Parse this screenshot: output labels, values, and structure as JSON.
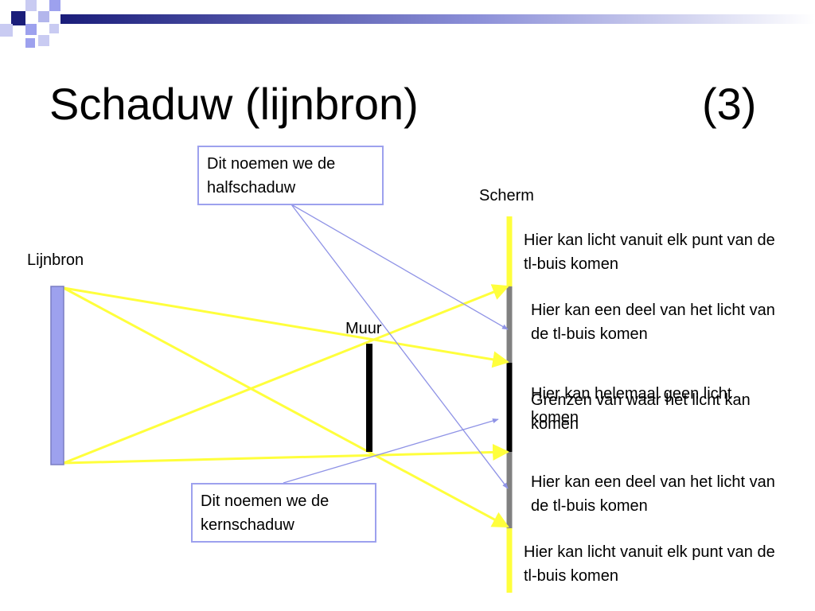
{
  "slide": {
    "title": "Schaduw (lijnbron)",
    "title_number": "(3)"
  },
  "colors": {
    "accent_navy": "#1a1d7a",
    "accent_lavender": "#9da1ee",
    "ray_yellow": "#ffff3c",
    "pointer_blue": "#8f93e6",
    "screen_gray": "#808080"
  },
  "labels": {
    "source": "Lijnbron",
    "wall": "Muur",
    "screen": "Scherm"
  },
  "callouts": {
    "half_shadow": "Dit noemen we de halfschaduw",
    "core_shadow": "Dit noemen we de kernschaduw"
  },
  "zones": {
    "lit_top": "Hier kan licht vanuit elk punt van de tl-buis komen",
    "partial_top": "Hier kan een deel van het licht van de tl-buis komen",
    "dark": "Hier kan helemaal geen licht komen",
    "dark_overlap": "Grenzen van waar het licht kan komen",
    "partial_bottom": "Hier kan een deel van het licht van de tl-buis komen",
    "lit_bottom": "Hier kan licht vanuit elk punt van de tl-buis komen"
  }
}
